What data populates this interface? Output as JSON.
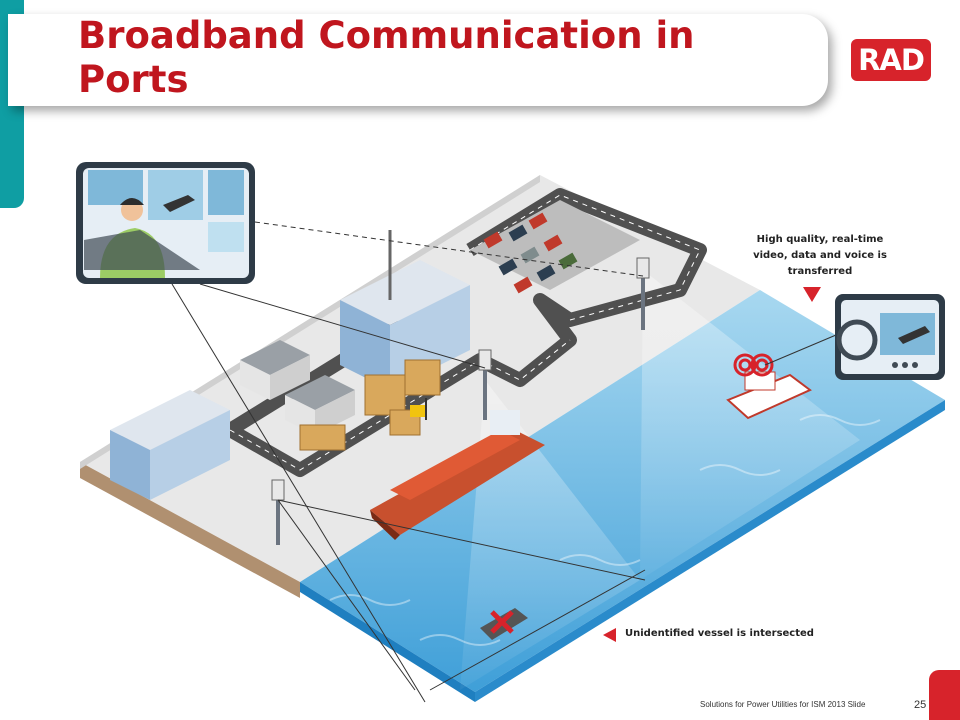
{
  "title": "Broadband Communication in Ports",
  "logo_text": "RAD",
  "callouts": {
    "high_quality": "High quality, real-time video, data and voice is transferred",
    "unidentified": "Unidentified vessel is intersected"
  },
  "footer": {
    "text": "Solutions for Power Utilities for ISM 2013  Slide",
    "page": "25"
  },
  "colors": {
    "brand_red": "#d7232b",
    "title_red": "#c0161e",
    "accent_teal": "#0f9ea3",
    "sea_blue": "#5fb2e0",
    "ship_hull": "#c8502e"
  },
  "icons": [
    "control-room-icon",
    "ship-bridge-icon",
    "radio-tower-icon",
    "wireless-signal-icon",
    "cargo-ship-icon",
    "forklift-icon",
    "warehouse-icon",
    "office-building-icon",
    "parking-lot-icon",
    "boat-icon"
  ]
}
